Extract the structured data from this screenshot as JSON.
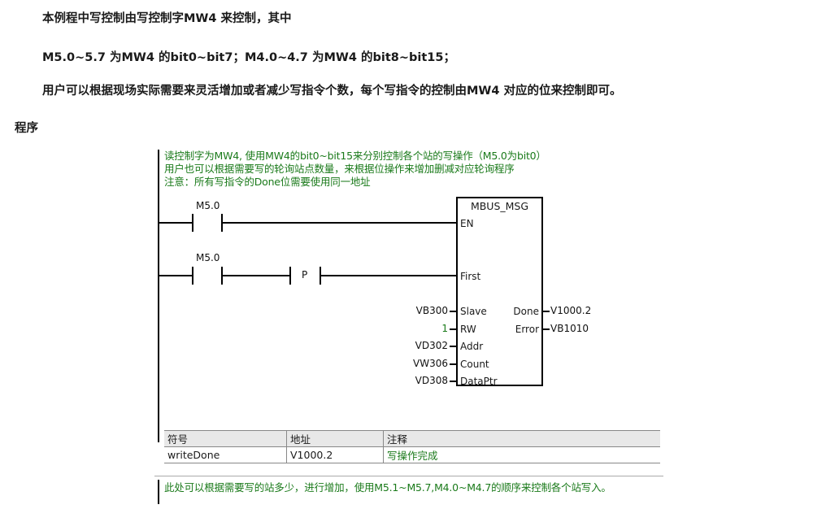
{
  "paragraphs": [
    "本例程中写控制由写控制字MW4 来控制，其中",
    "M5.0~5.7 为MW4 的bit0~bit7；M4.0~4.7 为MW4 的bit8~bit15；",
    "用户可以根据现场实际需要来灵活增加或者减少写指令个数，每个写指令的控制由MW4 对应的位来控制即可。"
  ],
  "section_heading": "程序",
  "network_comment": [
    "读控制字为MW4, 使用MW4的bit0~bit15来分别控制各个站的写操作（M5.0为bit0）",
    "用户也可以根据需要写的轮询站点数量，来根据位操作来增加删减对应轮询程序",
    "注意：所有写指令的Done位需要使用同一地址"
  ],
  "contact1": {
    "address": "M5.0"
  },
  "contact2": {
    "address": "M5.0",
    "edge_label": "P"
  },
  "block": {
    "title": "MBUS_MSG",
    "pins": {
      "en": "EN",
      "first": "First",
      "slave": "Slave",
      "rw": "RW",
      "addr": "Addr",
      "count": "Count",
      "dataptr": "DataPtr",
      "done": "Done",
      "error": "Error"
    },
    "inputs": {
      "slave": "VB300",
      "rw": "1",
      "addr": "VD302",
      "count": "VW306",
      "dataptr": "VD308"
    },
    "outputs": {
      "done": "V1000.2",
      "error": "VB1010"
    }
  },
  "symbol_table": {
    "headers": [
      "符号",
      "地址",
      "注释"
    ],
    "row": [
      "writeDone",
      "V1000.2",
      "写操作完成"
    ]
  },
  "bottom_comment": "此处可以根据需要写的站多少，进行增加，使用M5.1~M5.7,M4.0~M4.7的顺序来控制各个站写入。",
  "colors": {
    "comment": "#1a7a1a"
  }
}
